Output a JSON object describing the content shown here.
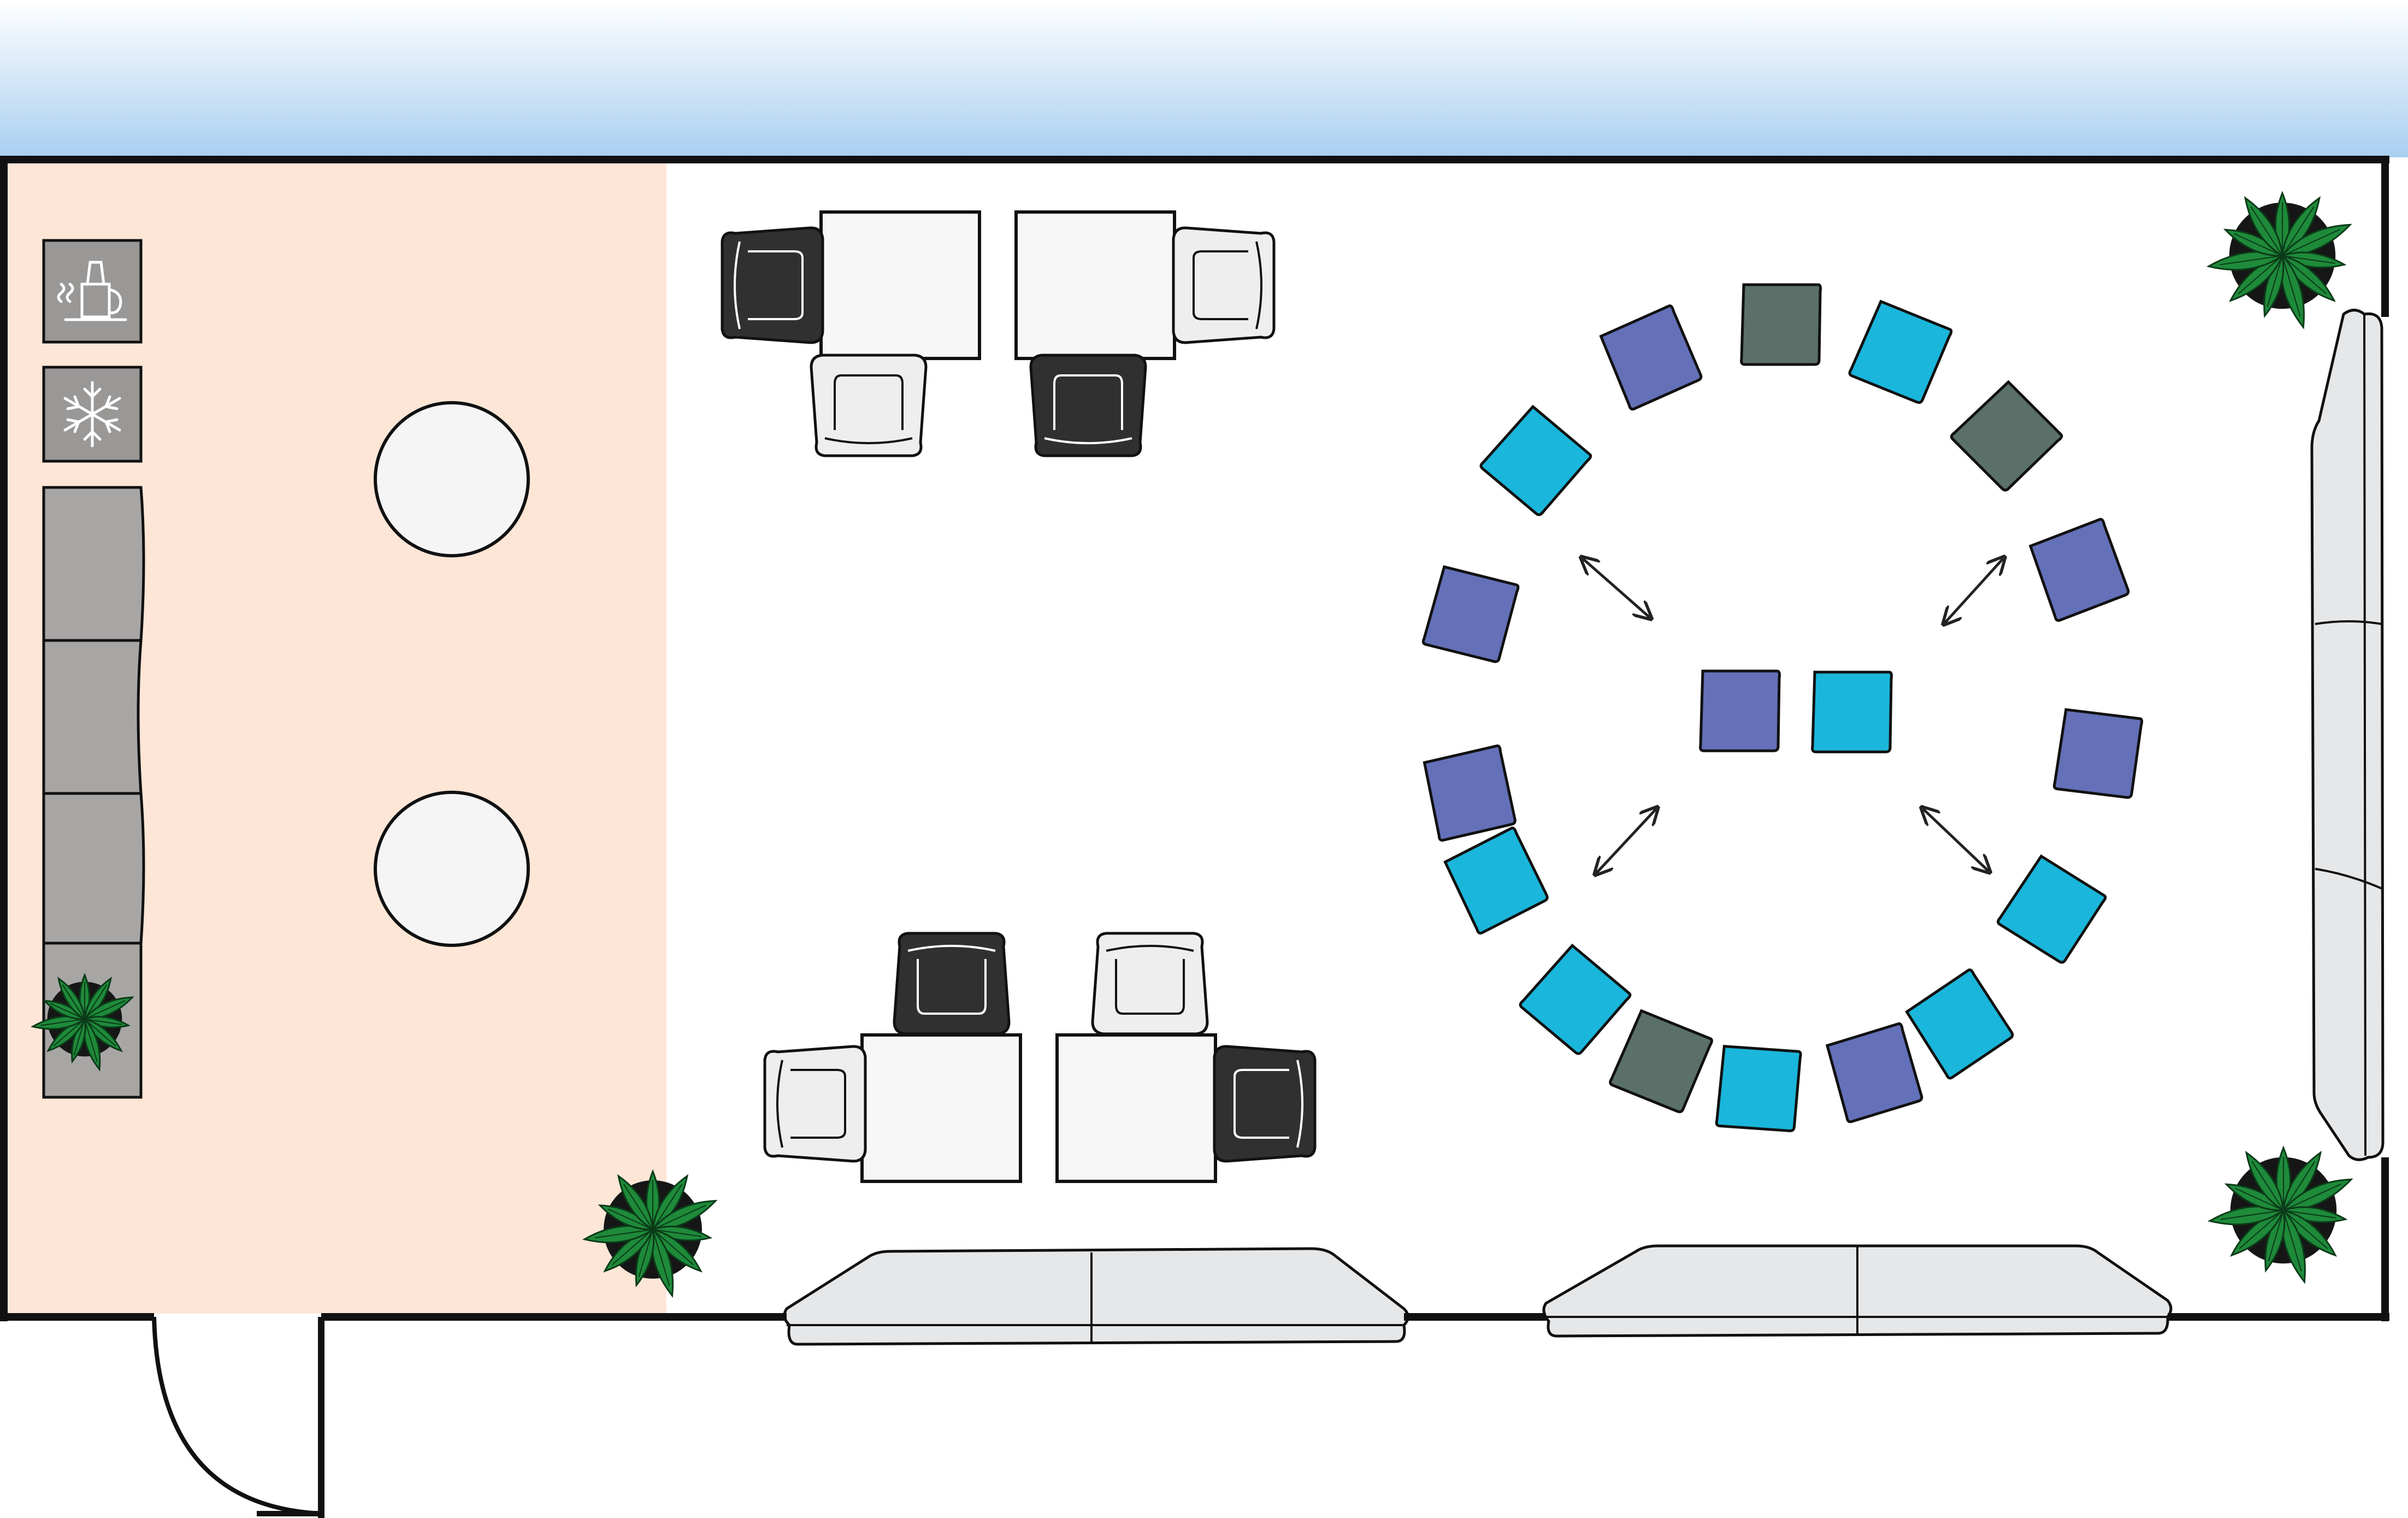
{
  "floor_plan": {
    "colors": {
      "wall": "#111111",
      "window_top": "#a9cff0",
      "window_bottom": "#ffffff",
      "lounge_floor": "#fde6d6",
      "room_floor": "#ffffff",
      "counter": "#a8a6a5",
      "appliance": "#9a9897",
      "cafe_table": "#f5f5f5",
      "desk": "#f7f7f7",
      "chair_dark": "#303030",
      "chair_light": "#eeeeee",
      "bench": "#e6e7e8",
      "plant_leaf": "#1e8a3a",
      "plant_pot": "#161616",
      "cushion_blue": "#6470b8",
      "cushion_cyan": "#1ab6db",
      "cushion_slate": "#5a7068",
      "arrow": "#222222"
    },
    "icons": {
      "appliance_top": "coffee-machine-icon",
      "appliance_bottom": "snowflake-icon"
    },
    "zones": [
      "kitchenette-lounge",
      "desk-area",
      "circle-seating-area"
    ],
    "furniture_counts": {
      "cafe_tables": 2,
      "desks": 4,
      "chairs": 8,
      "benches": 3,
      "plants": 4,
      "cushions": 18,
      "arrows": 4
    }
  }
}
